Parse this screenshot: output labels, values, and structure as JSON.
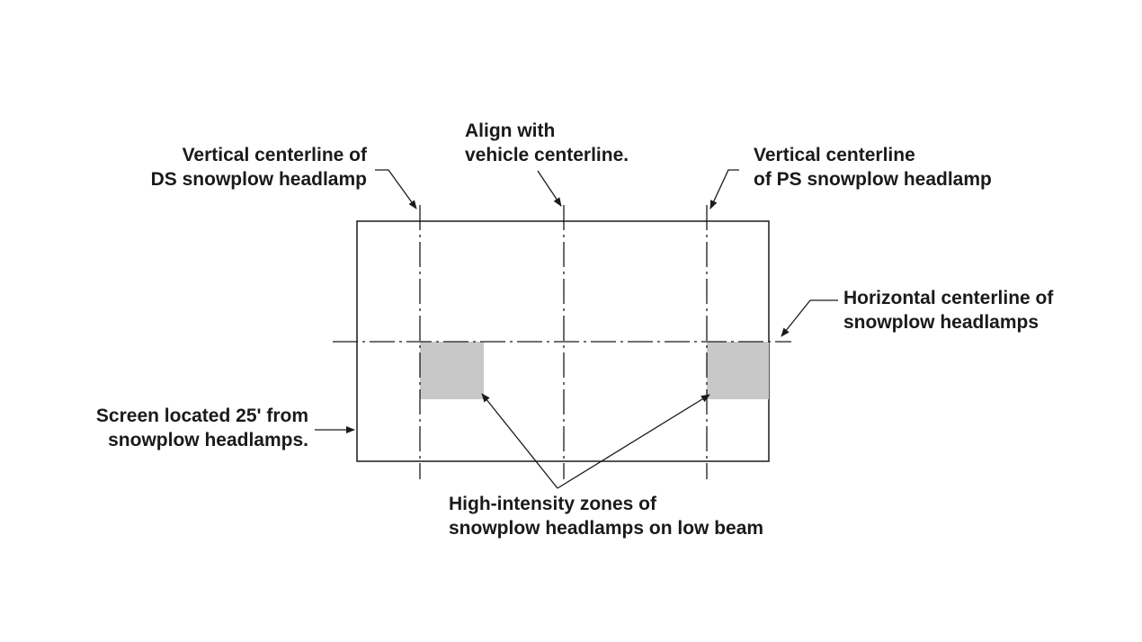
{
  "colors": {
    "line": "#1a1a1a",
    "zone_fill": "#c8c8c8",
    "background": "#ffffff"
  },
  "labels": {
    "ds_vertical": [
      "Vertical centerline of",
      "DS snowplow headlamp"
    ],
    "vehicle_centerline": [
      "Align with",
      "vehicle centerline."
    ],
    "ps_vertical": [
      "Vertical centerline",
      "of PS snowplow headlamp"
    ],
    "horizontal_centerline": [
      "Horizontal centerline of",
      "snowplow headlamps"
    ],
    "screen": [
      "Screen located 25' from",
      "snowplow headlamps."
    ],
    "high_intensity": [
      "High-intensity zones of",
      "snowplow headlamps on low beam"
    ]
  }
}
